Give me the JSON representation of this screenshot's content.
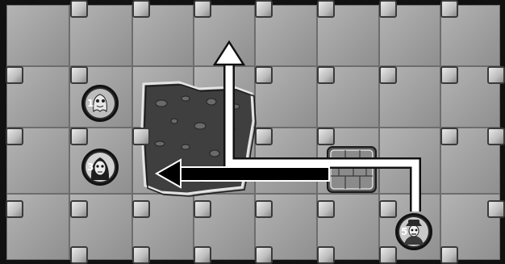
{
  "board": {
    "colors": {
      "border": "#111111",
      "tile": "#a7a7a7",
      "peg": "#d0d0d0",
      "pit": "#3f3f3f",
      "arrow_white": "#ffffff",
      "arrow_black": "#000000"
    }
  },
  "tokens": [
    {
      "id": "character-1",
      "number": "1",
      "icon": "ghost-portrait-icon"
    },
    {
      "id": "character-3",
      "number": "3",
      "icon": "hooded-figure-portrait-icon"
    },
    {
      "id": "character-5",
      "number": "5",
      "icon": "detective-portrait-icon"
    }
  ],
  "features": {
    "pit": {
      "icon": "rubble-pit-icon"
    },
    "crate": {
      "icon": "stone-block-icon"
    },
    "white_arrow": {
      "icon": "arrow-up-icon",
      "direction": "up"
    },
    "black_arrow": {
      "icon": "arrow-left-icon",
      "direction": "left"
    }
  }
}
